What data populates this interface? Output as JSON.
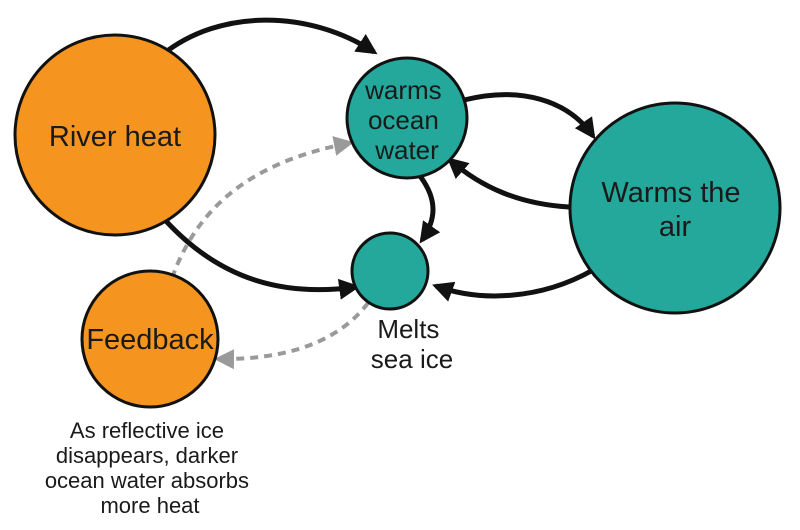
{
  "colors": {
    "orange": "#F5951F",
    "teal": "#23A89B",
    "arrow": "#111111",
    "dashed_arrow": "#9A9A9A"
  },
  "nodes": {
    "river_heat": {
      "label": "River heat"
    },
    "warms_ocean": {
      "lines": [
        "warms",
        "ocean",
        "water"
      ]
    },
    "warms_air": {
      "lines": [
        "Warms the",
        "air"
      ]
    },
    "sea_ice": {
      "lines": [
        "Melts",
        "sea ice"
      ]
    },
    "feedback": {
      "label": "Feedback"
    }
  },
  "feedback_note": {
    "lines": [
      "As reflective ice",
      "disappears, darker",
      "ocean water absorbs",
      "more heat"
    ]
  }
}
